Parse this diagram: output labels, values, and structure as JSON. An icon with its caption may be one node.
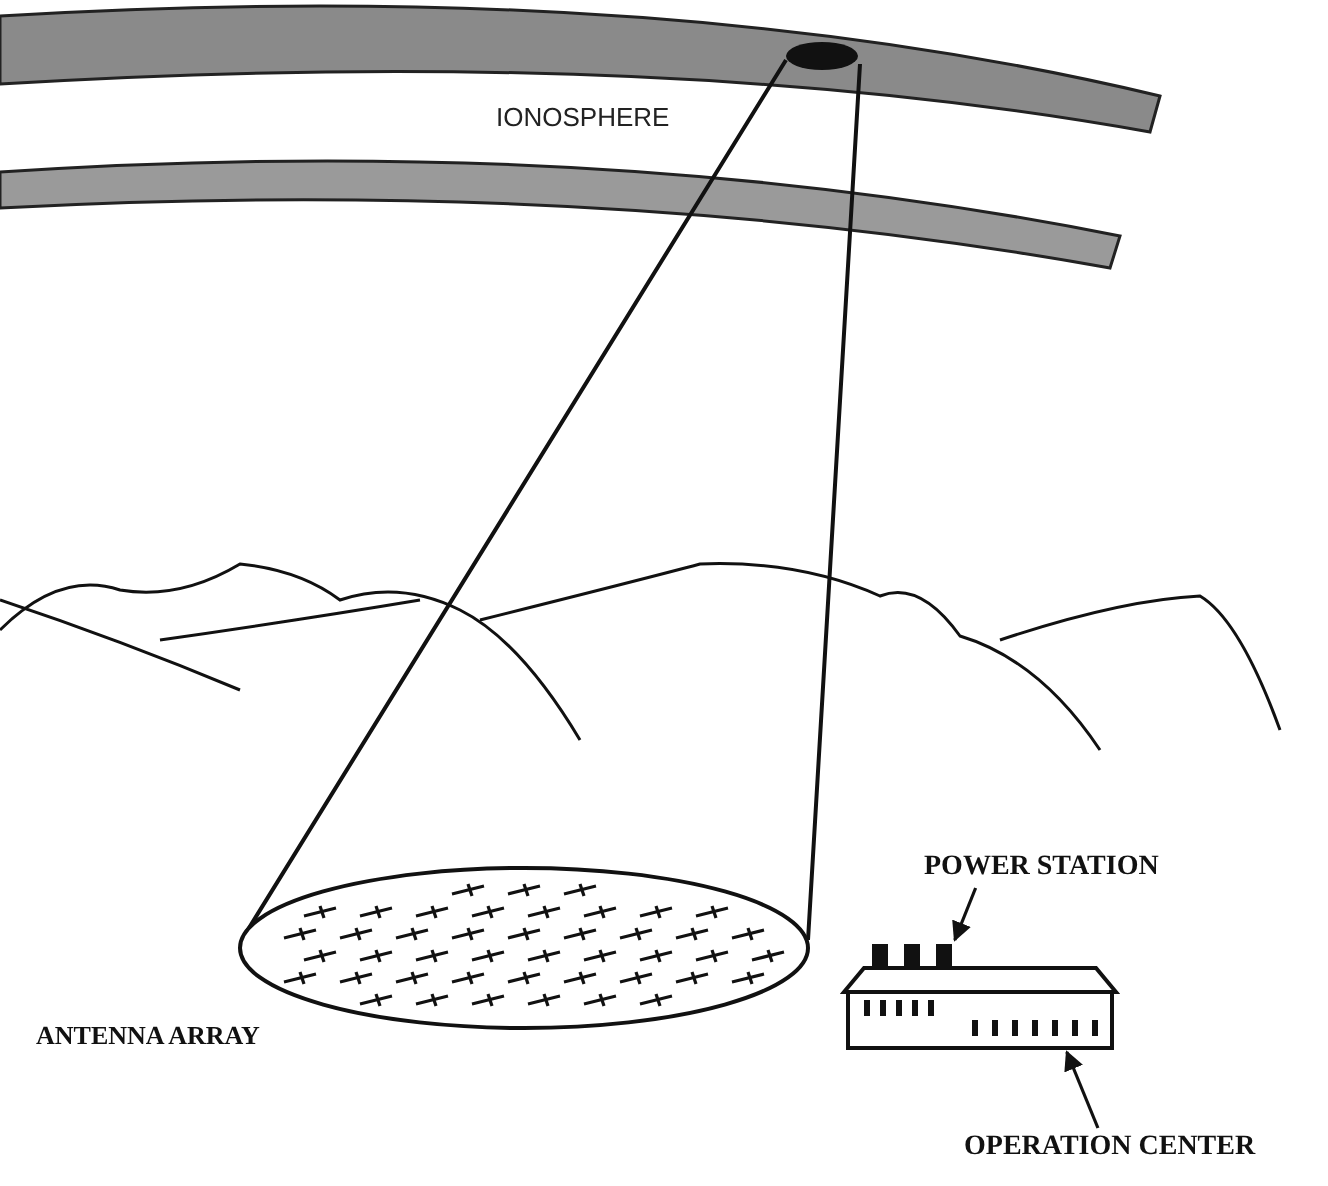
{
  "diagram": {
    "nodes": [
      {
        "text": [
          "POWER STATION"
        ]
      },
      {
        "text": [],
        "shape": "picture"
      },
      {
        "text": [
          "OPERATION CENTER"
        ]
      }
    ],
    "edges": [
      {
        "from": 0,
        "to": 1,
        "arrow": "to"
      },
      {
        "from": 2,
        "to": 1,
        "arrow": "to"
      }
    ],
    "labels": [
      "IONOSPHERE",
      "ANTENNA ARRAY"
    ]
  }
}
